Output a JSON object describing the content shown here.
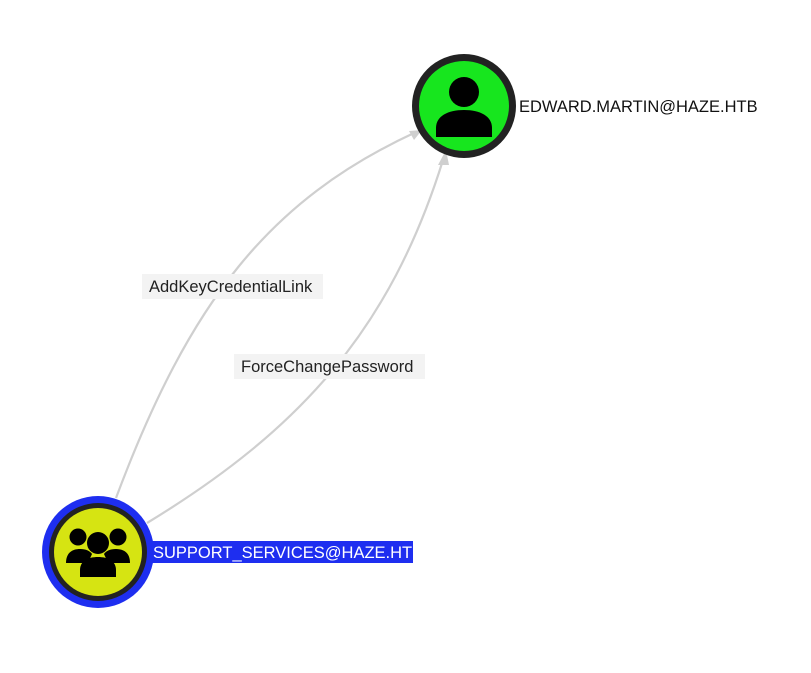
{
  "graph": {
    "nodes": [
      {
        "id": "edward",
        "label": "EDWARD.MARTIN@HAZE.HTB",
        "kind": "user",
        "icon": "user-icon",
        "fill_color": "#17e61e",
        "ring_color": "#222222",
        "selected": false
      },
      {
        "id": "support",
        "label": "SUPPORT_SERVICES@HAZE.HTB",
        "kind": "group",
        "icon": "group-icon",
        "fill_color": "#d6e412",
        "ring_color": "#222222",
        "selection_color": "#1e2ef0",
        "selected": true
      }
    ],
    "edges": [
      {
        "id": "edge-addkeycredentiallink",
        "label": "AddKeyCredentialLink",
        "source": "support",
        "target": "edward"
      },
      {
        "id": "edge-forcechangepassword",
        "label": "ForceChangePassword",
        "source": "support",
        "target": "edward"
      }
    ],
    "edge_color": "#cfcfcf",
    "edge_label_background": "#f3f3f3"
  }
}
